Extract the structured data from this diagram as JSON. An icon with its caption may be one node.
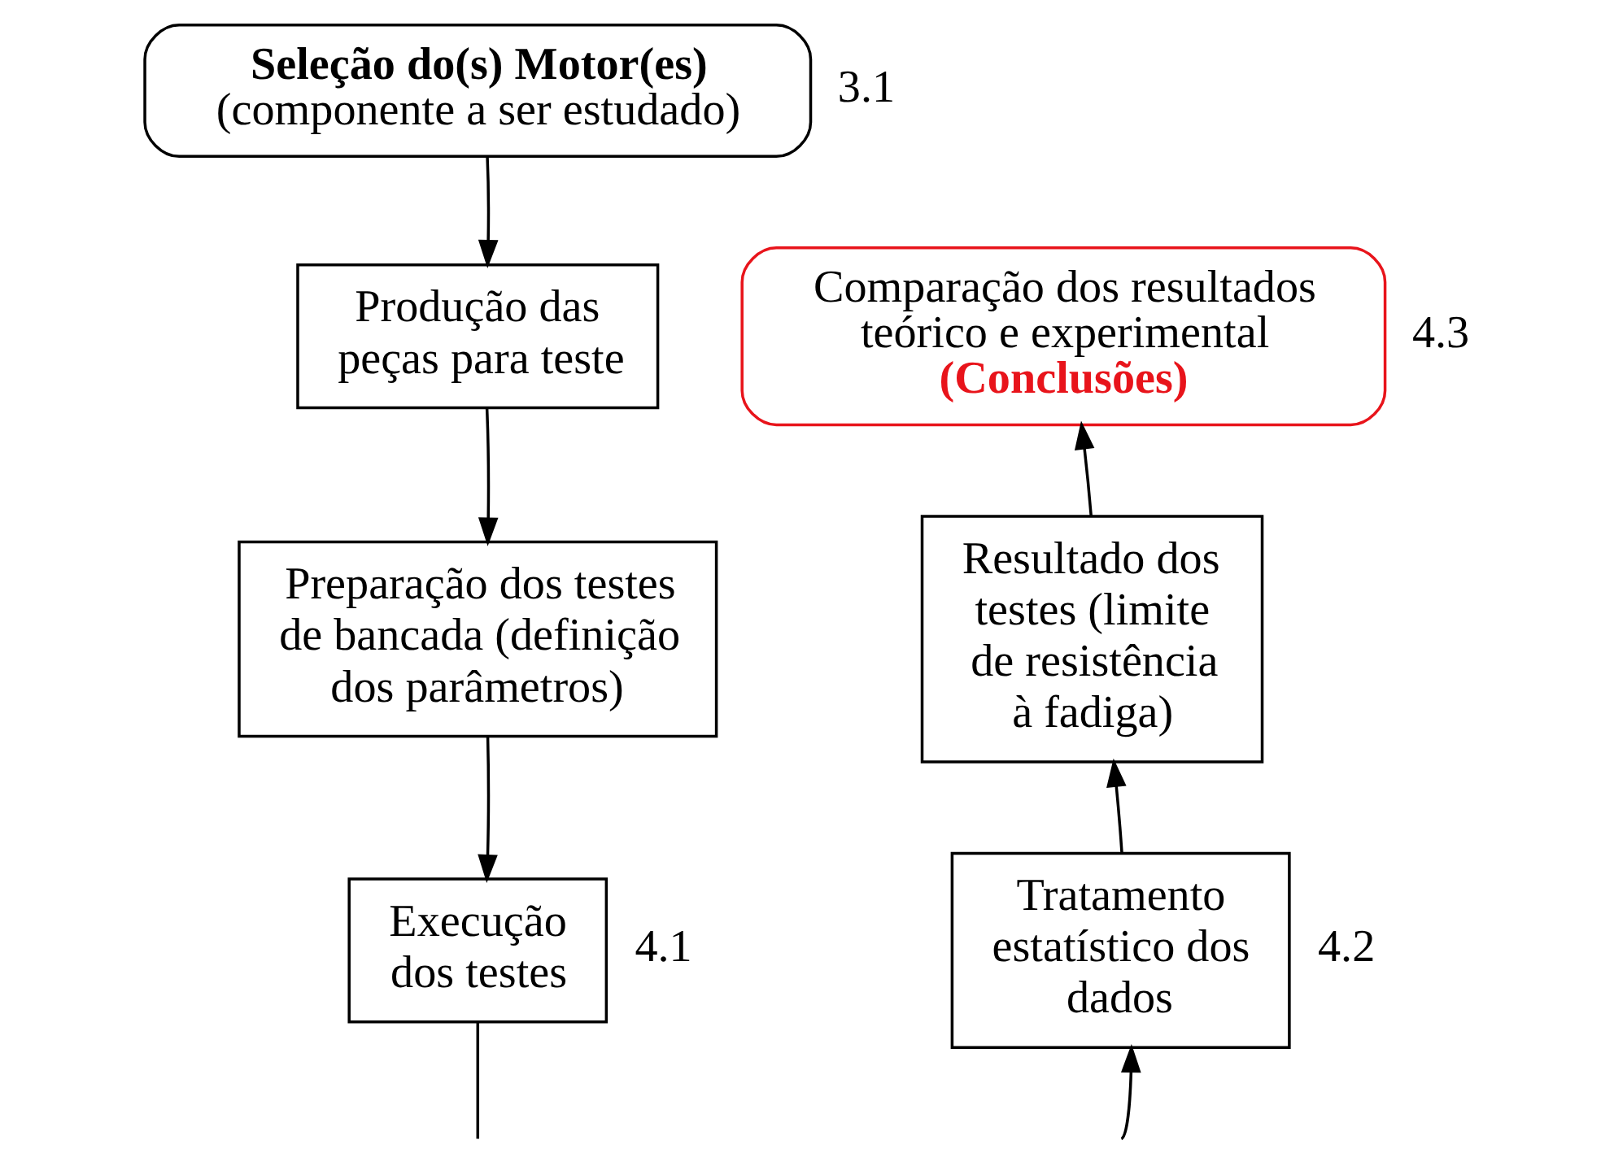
{
  "diagram": {
    "nodes": [
      {
        "text": [
          "Seleção do(s) Motor(es)",
          "(componente a ser estudado)"
        ],
        "beside": [
          "3.1"
        ]
      },
      {
        "text": [
          "Produção das peças para teste"
        ]
      },
      {
        "text": [
          "Preparação dos testes de bancada (definição dos parâmetros)"
        ]
      },
      {
        "text": [
          "Execução dos testes"
        ],
        "beside": [
          "4.1"
        ]
      },
      {
        "text": [
          "Comparação dos resultados teórico e experimental",
          "(Conclusões)"
        ],
        "beside": [
          "4.3"
        ]
      },
      {
        "text": [
          "Resultado dos testes (limite de resistência à fadiga)"
        ]
      },
      {
        "text": [
          "Tratamento estatístico dos dados"
        ],
        "beside": [
          "4.2"
        ]
      }
    ],
    "edges": [
      {
        "from": 0,
        "to": 1,
        "arrow": "to"
      },
      {
        "from": 1,
        "to": 2,
        "arrow": "to"
      },
      {
        "from": 2,
        "to": 3,
        "arrow": "to"
      },
      {
        "from": 3,
        "to": null,
        "arrow": "none"
      },
      {
        "from": null,
        "to": 6,
        "arrow": "to"
      },
      {
        "from": 6,
        "to": 5,
        "arrow": "to"
      },
      {
        "from": 5,
        "to": 4,
        "arrow": "to"
      }
    ]
  }
}
